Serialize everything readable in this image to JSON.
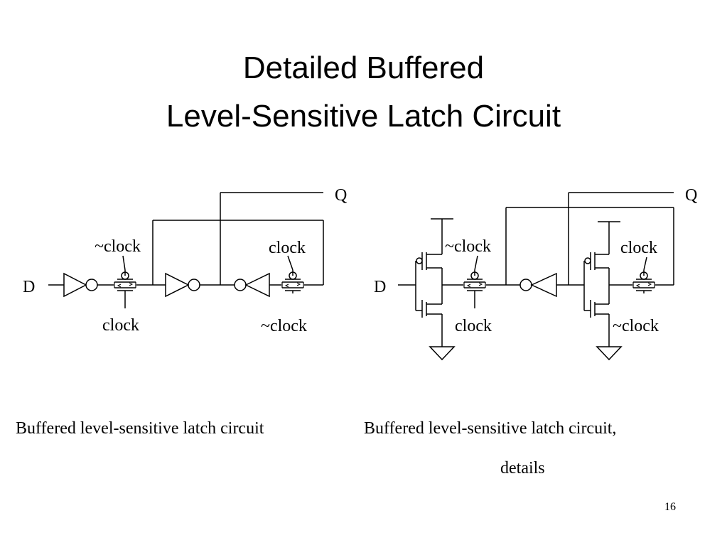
{
  "slide": {
    "title_line1": "Detailed Buffered",
    "title_line2": "Level-Sensitive Latch Circuit",
    "page_number": "16"
  },
  "left_circuit": {
    "input_label": "D",
    "output_label": "Q",
    "tg1_top_label": "~clock",
    "tg1_bottom_label": "clock",
    "tg2_top_label": "clock",
    "tg2_bottom_label": "~clock",
    "caption": "Buffered level-sensitive latch circuit"
  },
  "right_circuit": {
    "input_label": "D",
    "output_label": "Q",
    "tg1_top_label": "~clock",
    "tg1_bottom_label": "clock",
    "tg2_top_label": "clock",
    "tg2_bottom_label": "~clock",
    "caption_line1": "Buffered level-sensitive latch circuit,",
    "caption_line2": "details"
  }
}
